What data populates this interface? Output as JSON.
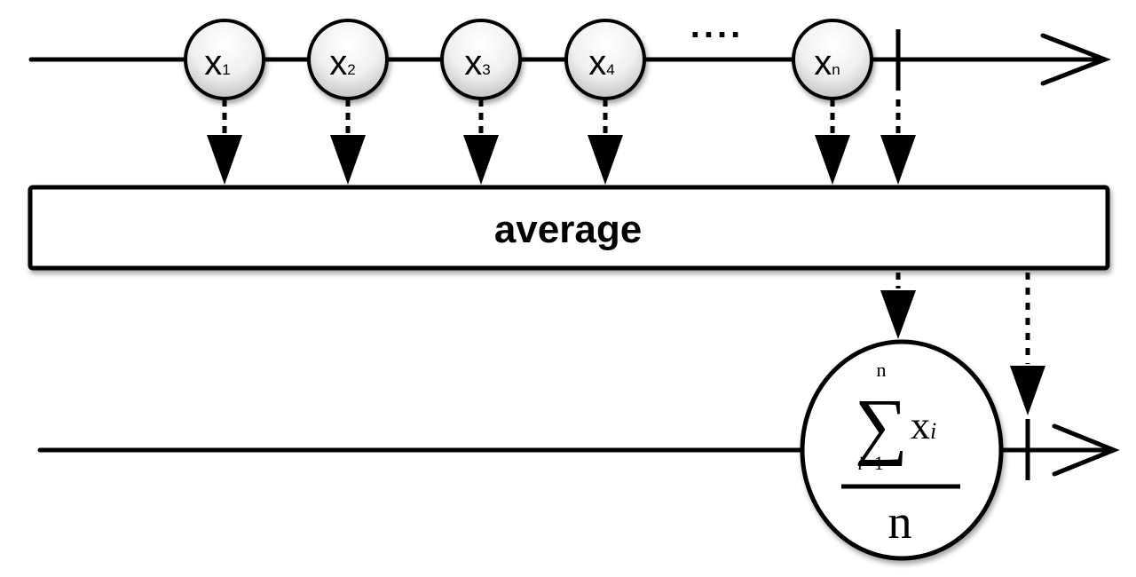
{
  "operator": {
    "label": "average"
  },
  "input": {
    "items": [
      {
        "base": "x",
        "sub": "1"
      },
      {
        "base": "x",
        "sub": "2"
      },
      {
        "base": "x",
        "sub": "3"
      },
      {
        "base": "x",
        "sub": "4"
      },
      {
        "base": "x",
        "sub": "n"
      }
    ],
    "ellipsis": "...."
  },
  "output": {
    "result": {
      "upper_limit": "n",
      "sigma": "∑",
      "term_base": "x",
      "term_sub": "i",
      "lower_limit_var": "i",
      "lower_limit_rest": "=1",
      "denominator": "n"
    }
  }
}
